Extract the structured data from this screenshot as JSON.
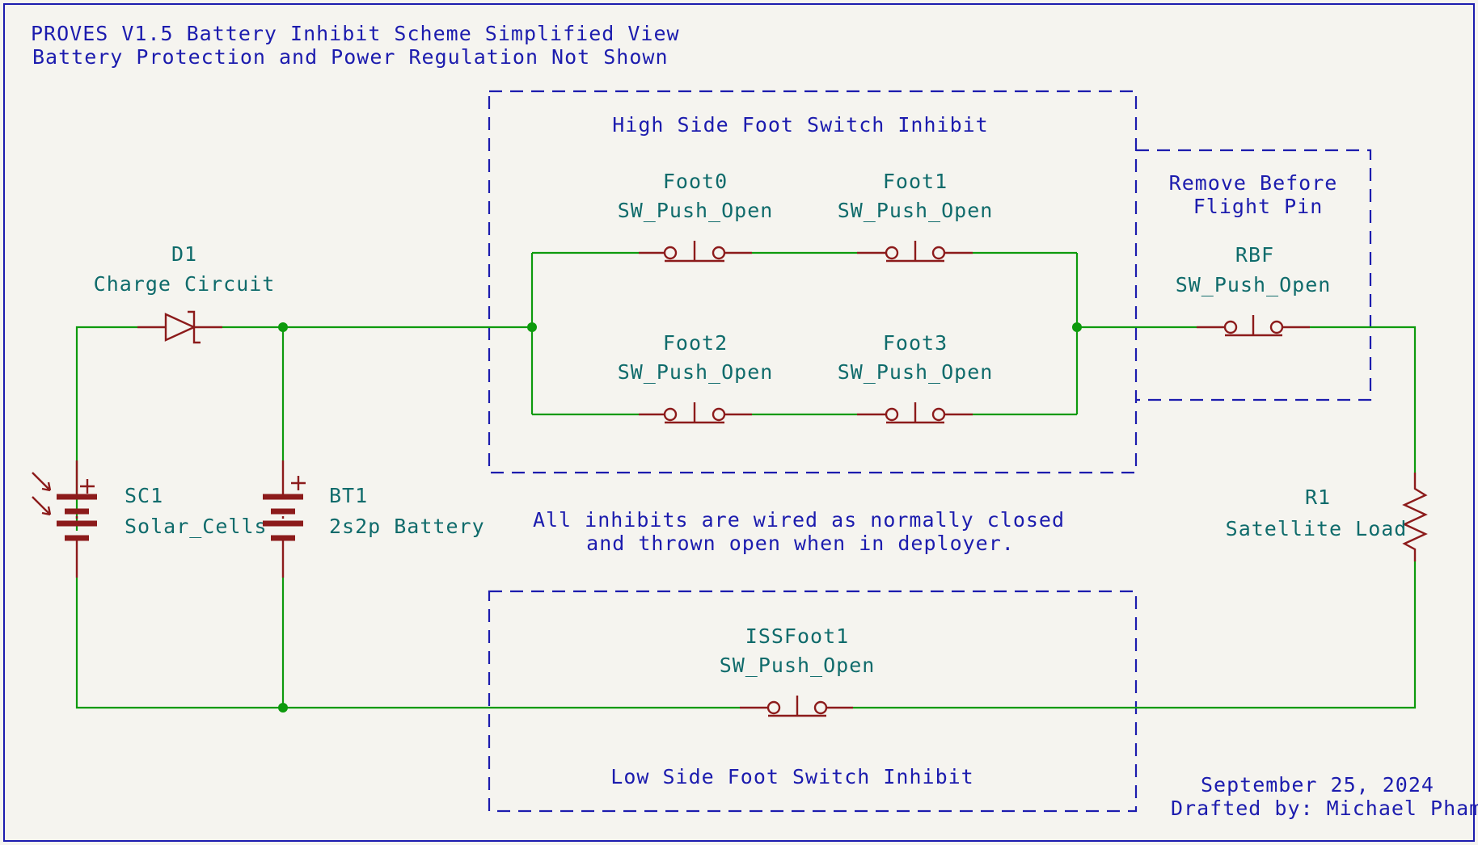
{
  "header": {
    "title": "PROVES V1.5 Battery Inhibit Scheme Simplified View",
    "subtitle": "Battery Protection and Power Regulation Not Shown"
  },
  "groups": {
    "high_side": "High Side Foot Switch Inhibit",
    "rbf_line1": "Remove Before",
    "rbf_line2": "Flight Pin",
    "low_side": "Low Side Foot Switch Inhibit"
  },
  "note": {
    "line1": "All inhibits are wired as normally closed",
    "line2": "and thrown open when in deployer."
  },
  "components": {
    "d1": {
      "ref": "D1",
      "value": "Charge Circuit"
    },
    "sc1": {
      "ref": "SC1",
      "value": "Solar_Cells"
    },
    "bt1": {
      "ref": "BT1",
      "value": "2s2p Battery"
    },
    "foot0": {
      "ref": "Foot0",
      "value": "SW_Push_Open"
    },
    "foot1": {
      "ref": "Foot1",
      "value": "SW_Push_Open"
    },
    "foot2": {
      "ref": "Foot2",
      "value": "SW_Push_Open"
    },
    "foot3": {
      "ref": "Foot3",
      "value": "SW_Push_Open"
    },
    "rbf": {
      "ref": "RBF",
      "value": "SW_Push_Open"
    },
    "r1": {
      "ref": "R1",
      "value": "Satellite Load"
    },
    "issfoot1": {
      "ref": "ISSFoot1",
      "value": "SW_Push_Open"
    }
  },
  "footer": {
    "date": "September 25, 2024",
    "author": "Drafted by: Michael Pham"
  }
}
